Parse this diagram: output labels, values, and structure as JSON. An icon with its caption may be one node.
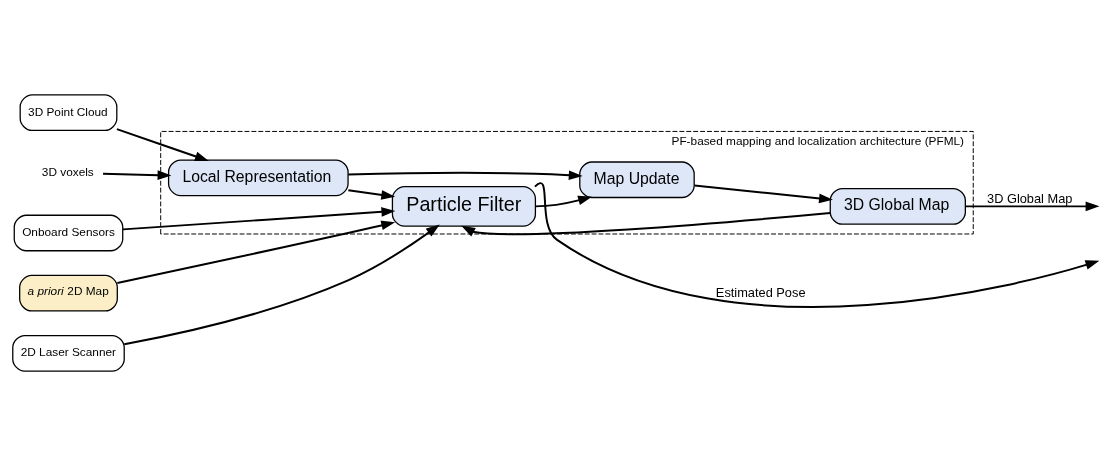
{
  "diagram": {
    "nodes": [
      {
        "text": [
          "PF-based mapping and localization architecture (PFML)"
        ]
      },
      {
        "text": [
          "*a priori* 2D Map"
        ]
      },
      {
        "text": [
          "2D Laser Scanner"
        ]
      },
      {
        "text": [
          "Onboard Sensors"
        ]
      },
      {
        "text": [
          "3D Point Cloud"
        ]
      },
      {
        "text": [
          "Particle Filter"
        ],
        "in": 0
      },
      {
        "text": [
          "Map Update"
        ],
        "in": 0
      },
      {
        "text": [
          "Local Representation"
        ],
        "in": 0
      },
      {
        "text": [
          "3D Global Map"
        ],
        "in": 0
      },
      {
        "text": [
          "3D voxels"
        ]
      }
    ],
    "edges": [
      {
        "from": 1,
        "to": 5,
        "arrow": "to"
      },
      {
        "from": 2,
        "to": 5,
        "arrow": "to"
      },
      {
        "from": 3,
        "to": 5,
        "arrow": "to"
      },
      {
        "from": 7,
        "to": 5,
        "arrow": "to"
      },
      {
        "from": 5,
        "to": 6,
        "arrow": "to"
      },
      {
        "from": 5,
        "to": null,
        "arrow": "to",
        "label": "Estimated Pose"
      },
      {
        "from": 9,
        "to": 7,
        "arrow": "to"
      },
      {
        "from": 4,
        "to": 7,
        "arrow": "to"
      },
      {
        "from": 7,
        "to": 6,
        "arrow": "to"
      },
      {
        "from": 6,
        "to": 8,
        "arrow": "to"
      },
      {
        "from": 8,
        "to": 5,
        "arrow": "to"
      },
      {
        "from": 8,
        "to": null,
        "arrow": "to",
        "label": "3D Global Map"
      }
    ]
  }
}
